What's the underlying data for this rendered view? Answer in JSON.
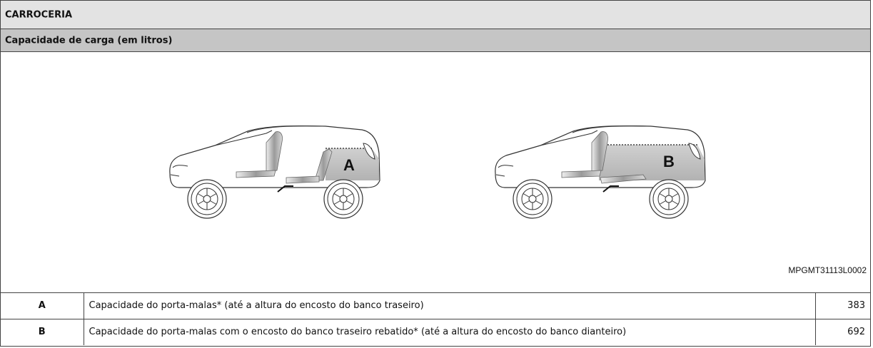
{
  "header": {
    "section_title": "CARROCERIA",
    "subsection_title": "Capacidade de carga (em litros)"
  },
  "figure": {
    "left_car_letter": "A",
    "right_car_letter": "B",
    "figure_code": "MPGMT31113L0002"
  },
  "spec_rows": [
    {
      "key": "A",
      "description": "Capacidade do porta-malas* (até a altura do encosto do banco traseiro)",
      "value": "383"
    },
    {
      "key": "B",
      "description": "Capacidade do porta-malas com o encosto do banco traseiro rebatido* (até a altura do encosto do banco dianteiro)",
      "value": "692"
    }
  ]
}
